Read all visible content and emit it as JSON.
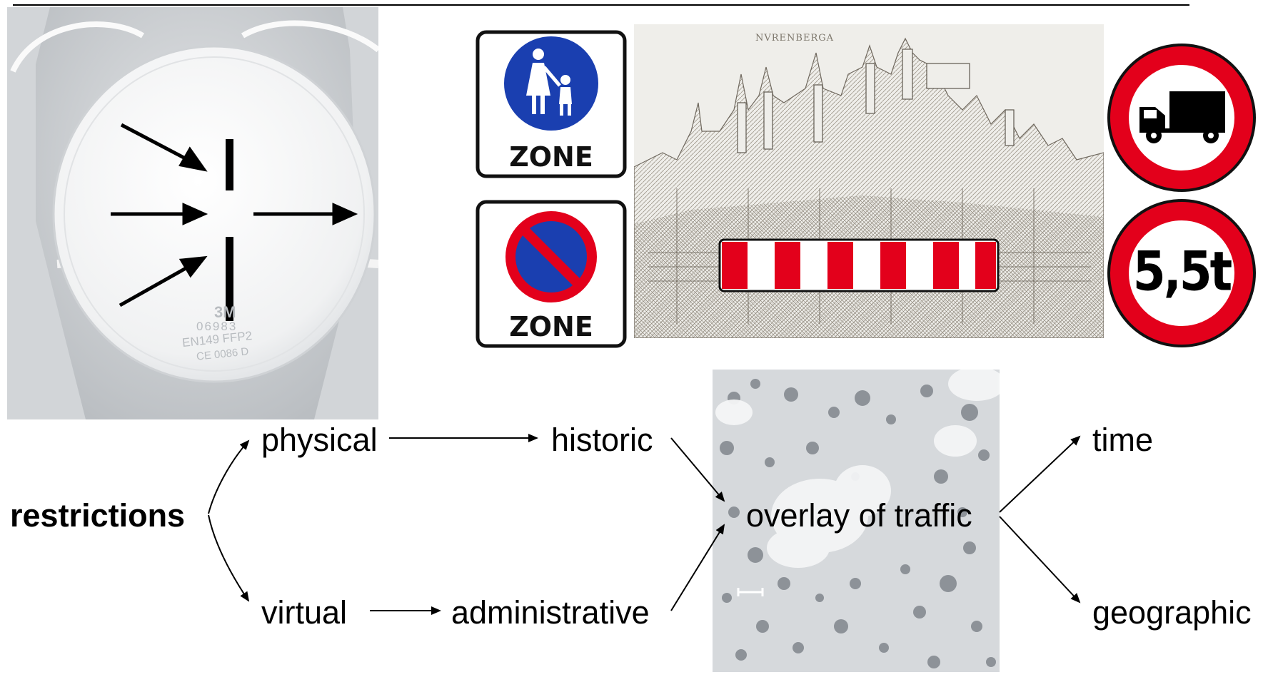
{
  "mask": {
    "brand": "3M",
    "model": "06983",
    "standard": "EN149 FFP2",
    "ce": "CE 0086 D"
  },
  "signs": {
    "pedestrian_zone": "ZONE",
    "parking_zone": "ZONE",
    "weight_limit": "5,5t"
  },
  "engraving": {
    "title": "NVRENBERGA"
  },
  "flow": {
    "root": "restrictions",
    "physical": "physical",
    "virtual": "virtual",
    "historic": "historic",
    "administrative": "administrative",
    "overlay": "overlay of traffic",
    "time": "time",
    "geographic": "geographic"
  },
  "colors": {
    "sign_blue": "#1a3fb0",
    "sign_red": "#e3001b",
    "mask_bg": "#d4d6d8",
    "micrograph_bg": "#d6d9dc"
  }
}
